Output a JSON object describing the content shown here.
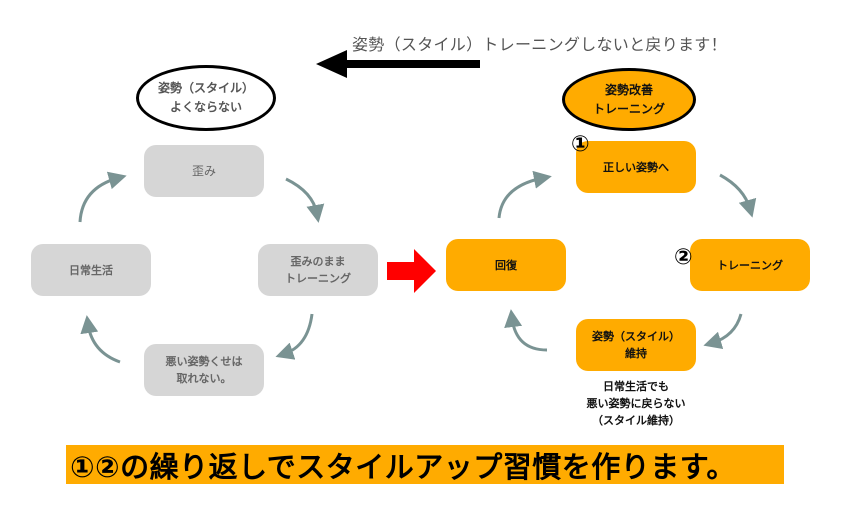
{
  "header": {
    "warning_text": "姿勢（スタイル）トレーニングしないと戻ります！"
  },
  "bad_cycle": {
    "title_lines": [
      "姿勢（スタイル）",
      "よくならない"
    ],
    "nodes": {
      "distortion": "歪み",
      "training_distorted": [
        "歪みのまま",
        "トレーニング"
      ],
      "habit_stays": [
        "悪い姿勢くせは",
        "取れない。"
      ],
      "daily_life": "日常生活"
    }
  },
  "good_cycle": {
    "title_lines": [
      "姿勢改善",
      "トレーニング"
    ],
    "nodes": {
      "correct_posture": "正しい姿勢へ",
      "training": "トレーニング",
      "maintain": [
        "姿勢（スタイル）",
        "維持"
      ],
      "recovery": "回復"
    },
    "step_markers": [
      "①",
      "②"
    ],
    "caption_lines": [
      "日常生活でも",
      "悪い姿勢に戻らない",
      "（スタイル維持）"
    ]
  },
  "footer": {
    "banner_text": "①②の繰り返しでスタイルアップ習慣を作ります。"
  },
  "colors": {
    "orange": "#ffab00",
    "gray_box": "#d6d6d6",
    "cycle_arrow": "#7a9393",
    "transition_arrow": "#ff0000",
    "back_arrow": "#000000"
  }
}
